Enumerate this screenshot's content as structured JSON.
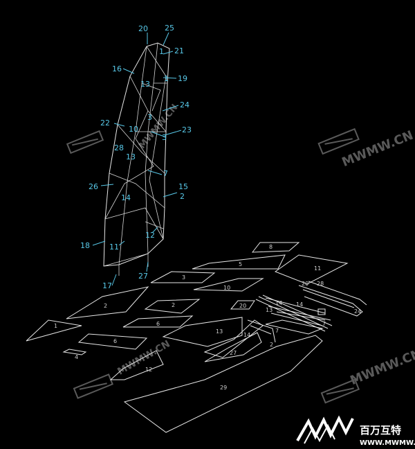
{
  "watermarks": {
    "text_1": "MWMW.CN",
    "text_2": "MWMW.CN",
    "text_3": "MWMW.CN",
    "text_4": "MWMW.CN"
  },
  "logo": {
    "brand": "百万互特",
    "url": "WWW.MWMW.CN"
  },
  "colors": {
    "background": "#000000",
    "outline": "#e8e8e8",
    "callout": "#58c8e8"
  },
  "callouts": [
    "20",
    "25",
    "16",
    "21",
    "1",
    "19",
    "24",
    "22",
    "10",
    "23",
    "3",
    "28",
    "13",
    "7",
    "26",
    "15",
    "2",
    "14",
    "18",
    "11",
    "12",
    "17",
    "27"
  ],
  "piece_labels": [
    "8",
    "5",
    "11",
    "3",
    "10",
    "2",
    "9",
    "20",
    "6",
    "13",
    "1",
    "4",
    "14",
    "7",
    "12",
    "27",
    "29",
    "28",
    "24"
  ]
}
